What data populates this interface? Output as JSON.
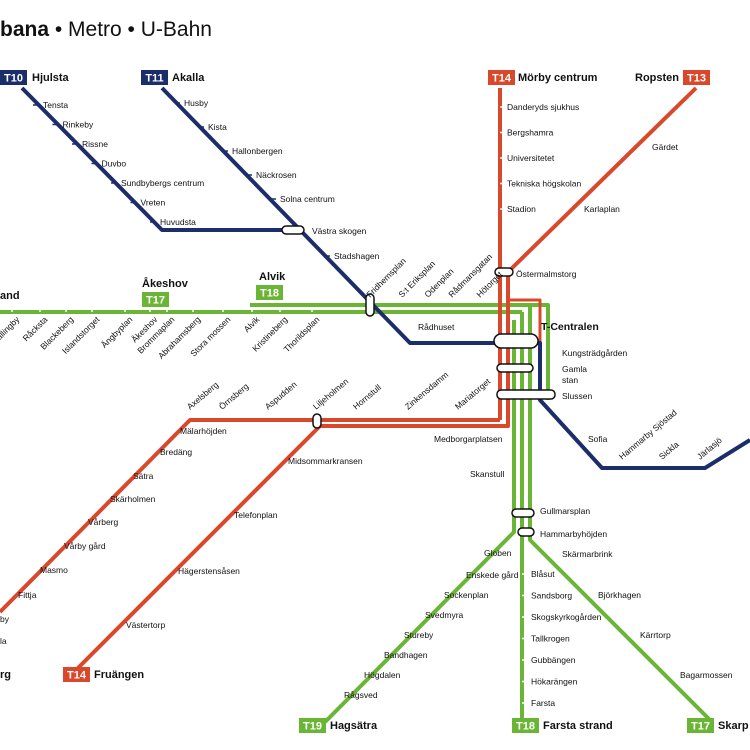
{
  "title": {
    "part1": "bana",
    "part2": " • Metro • U-Bahn"
  },
  "colors": {
    "blue": "#1c2d6b",
    "red": "#d9482b",
    "green": "#6ab535"
  },
  "terminals": {
    "t10": {
      "badge": "T10",
      "name": "Hjulsta"
    },
    "t11": {
      "badge": "T11",
      "name": "Akalla"
    },
    "t14n": {
      "badge": "T14",
      "name": "Mörby centrum"
    },
    "t13": {
      "badge": "T13",
      "name": "Ropsten"
    },
    "t17w": {
      "badge": "T17",
      "name": "Åkeshov"
    },
    "t18w": {
      "badge": "T18",
      "name": "Alvik"
    },
    "t14s": {
      "badge": "T14",
      "name": "Fruängen"
    },
    "t19": {
      "badge": "T19",
      "name": "Hagsätra"
    },
    "t18s": {
      "badge": "T18",
      "name": "Farsta strand"
    },
    "t17s": {
      "badge": "T17",
      "name": "Skarp"
    }
  },
  "west_end_fragment": "and",
  "southwest_fragments": {
    "a": "Fittja",
    "b": "by",
    "c": "la",
    "d": "rg"
  },
  "t10_stations": [
    "Tensta",
    "Rinkeby",
    "Rissne",
    "Duvbo",
    "Sundbybergs centrum",
    "Vreten",
    "Huvudsta"
  ],
  "t11_stations": [
    "Husby",
    "Kista",
    "Hallonbergen",
    "Näckrosen",
    "Solna centrum",
    "Västra skogen",
    "Stadshagen"
  ],
  "t14n_stations": [
    "Danderyds sjukhus",
    "Bergshamra",
    "Universitetet",
    "Tekniska högskolan",
    "Stadion"
  ],
  "t13_stations": [
    "Gärdet",
    "Karlaplan"
  ],
  "ostermalmstorg": "Östermalmstorg",
  "green_west_stations": [
    "Vällingby",
    "Råcksta",
    "Blackeberg",
    "Islandstorget",
    "Ängbyplan",
    "Åkeshov",
    "Brommaplan",
    "Abrahamsberg",
    "Stora mossen",
    "Alvik",
    "Kristineberg",
    "Thorildsplan"
  ],
  "city_stations": [
    "Fridhemsplan",
    "S:t Eriksplan",
    "Odenplan",
    "Rådmansgatan",
    "Hötorget"
  ],
  "radhuset": "Rådhuset",
  "tcentralen": "T-Centralen",
  "east_stations": [
    "Kungsträdgården",
    "Gamla stan",
    "Slussen"
  ],
  "blue_east_stations": [
    "Sofia",
    "Hammarby Sjöstad",
    "Sickla",
    "Järlasjö"
  ],
  "red_sw_top": [
    "Axelsberg",
    "Örnsberg",
    "Aspudden",
    "Liljeholmen",
    "Hornstull",
    "Zinkensdamm",
    "Mariatorget"
  ],
  "red_sw_stations": [
    "Mälarhöjden",
    "Bredäng",
    "Sätra",
    "Skärholmen",
    "Vårberg",
    "Vårby gård",
    "Masmo"
  ],
  "red_fruangen_stations": [
    "Midsommarkransen",
    "Telefonplan",
    "Hägerstensåsen",
    "Västertorp"
  ],
  "green_south": [
    "Medborgarplatsen",
    "Skanstull",
    "Gullmarsplan",
    "Hammarbyhöjden",
    "Skärmarbrink"
  ],
  "hagsatra_stations": [
    "Globen",
    "Enskede gård",
    "Sockenplan",
    "Svedmyra",
    "Stureby",
    "Bandhagen",
    "Högdalen",
    "Rågsved"
  ],
  "farsta_stations": [
    "Blåsut",
    "Sandsborg",
    "Skogskyrkogården",
    "Tallkrogen",
    "Gubbängen",
    "Hökarängen",
    "Farsta"
  ],
  "skarp_stations": [
    "Björkhagen",
    "Kärrtorp",
    "Bagarmossen"
  ]
}
